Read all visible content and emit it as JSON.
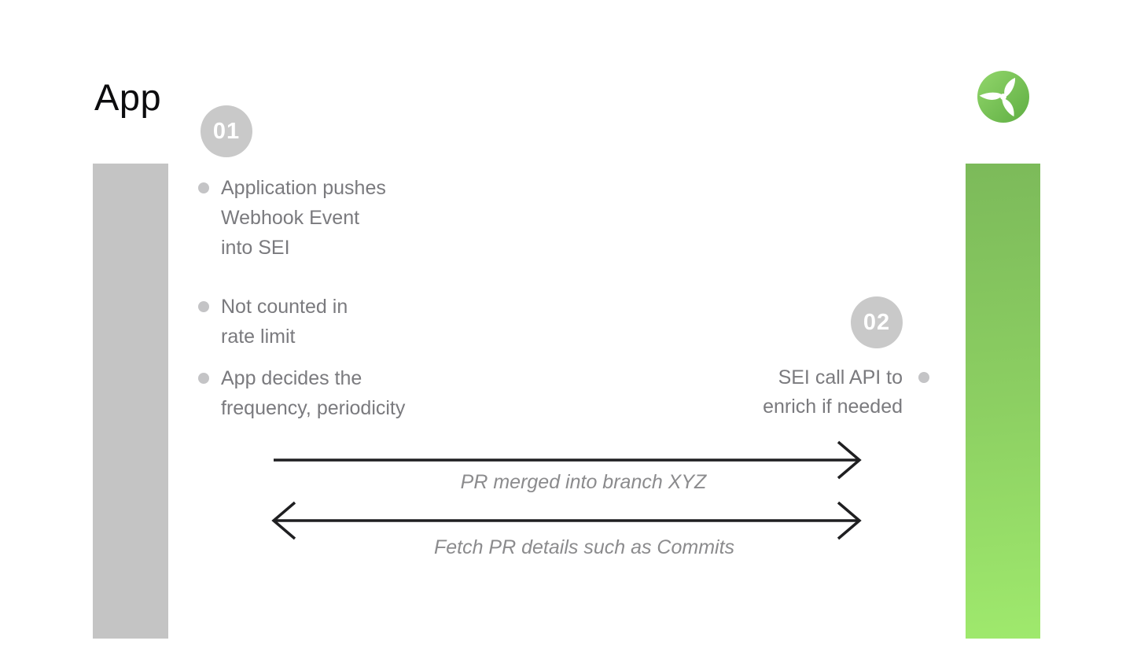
{
  "title": "App",
  "logo": {
    "name": "harness-logo",
    "gradient_start": "#92d66b",
    "gradient_end": "#5fae43"
  },
  "steps": [
    {
      "number": "01",
      "bullets": [
        "Application pushes\nWebhook Event\ninto SEI",
        "Not counted in\nrate limit",
        "App decides the\nfrequency, periodicity"
      ]
    },
    {
      "number": "02",
      "note": "SEI call API to\nenrich if needed"
    }
  ],
  "arrows": [
    {
      "label": "PR merged into branch XYZ",
      "direction": "right"
    },
    {
      "label": "Fetch PR details such as Commits",
      "direction": "both"
    }
  ],
  "colors": {
    "app_bar": "#c4c4c4",
    "sei_bar_top": "#7cba5a",
    "sei_bar_middle": "#8ccf62",
    "sei_bar_bottom": "#9fe96d",
    "badge_bg": "#c9c9c9",
    "badge_text": "#ffffff",
    "body_text": "#7a7a7e",
    "bullet_dot": "#c4c4c6",
    "label_text": "#8b8b8d",
    "arrow_stroke": "#1f1f21",
    "title_text": "#0c0c0e"
  }
}
